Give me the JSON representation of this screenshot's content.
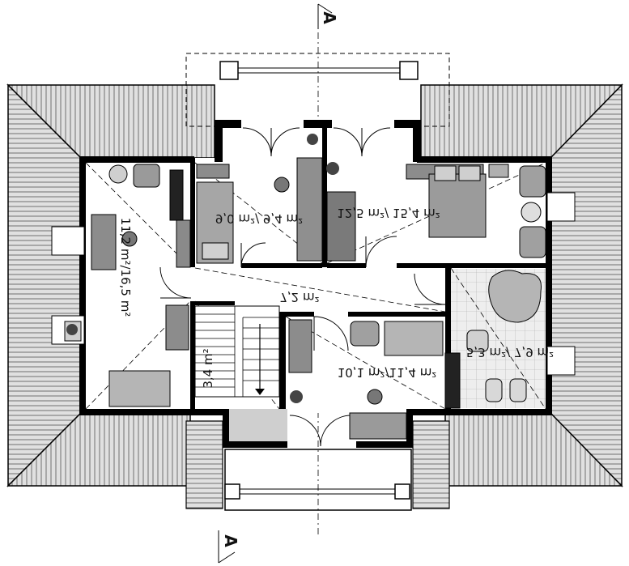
{
  "section_marks": {
    "top": "A",
    "bottom": "A"
  },
  "rooms": {
    "room_left": {
      "area": "11,2 m²/16,5 m²"
    },
    "room_child": {
      "area": "9,0 m²/ 9,4 m²"
    },
    "room_master": {
      "area": "12,5 m²/ 15,4 m²"
    },
    "hall": {
      "area": "7,2 m²"
    },
    "stairs": {
      "area": "3,4 m²"
    },
    "room_bottom": {
      "area": "10,1 m²/11,4 m²"
    },
    "bathroom": {
      "area": "5,3 m²/ 7,9 m²"
    }
  },
  "colors": {
    "wall": "#000000",
    "roof": "#d9d9d9",
    "furniture": "#8c8c8c",
    "floor": "#ffffff",
    "tile": "#e4e4e4"
  }
}
